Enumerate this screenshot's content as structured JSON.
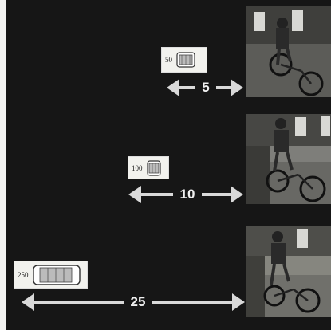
{
  "rows": [
    {
      "size_label": "50",
      "distance": "5"
    },
    {
      "size_label": "100",
      "distance": "10"
    },
    {
      "size_label": "250",
      "distance": "25"
    }
  ],
  "colors": {
    "background": "#161616",
    "arrow": "#d9d9d9",
    "card": "#f2f2ee"
  },
  "icons": [
    "car-icon",
    "double-arrow-icon",
    "bicycle-photo"
  ]
}
